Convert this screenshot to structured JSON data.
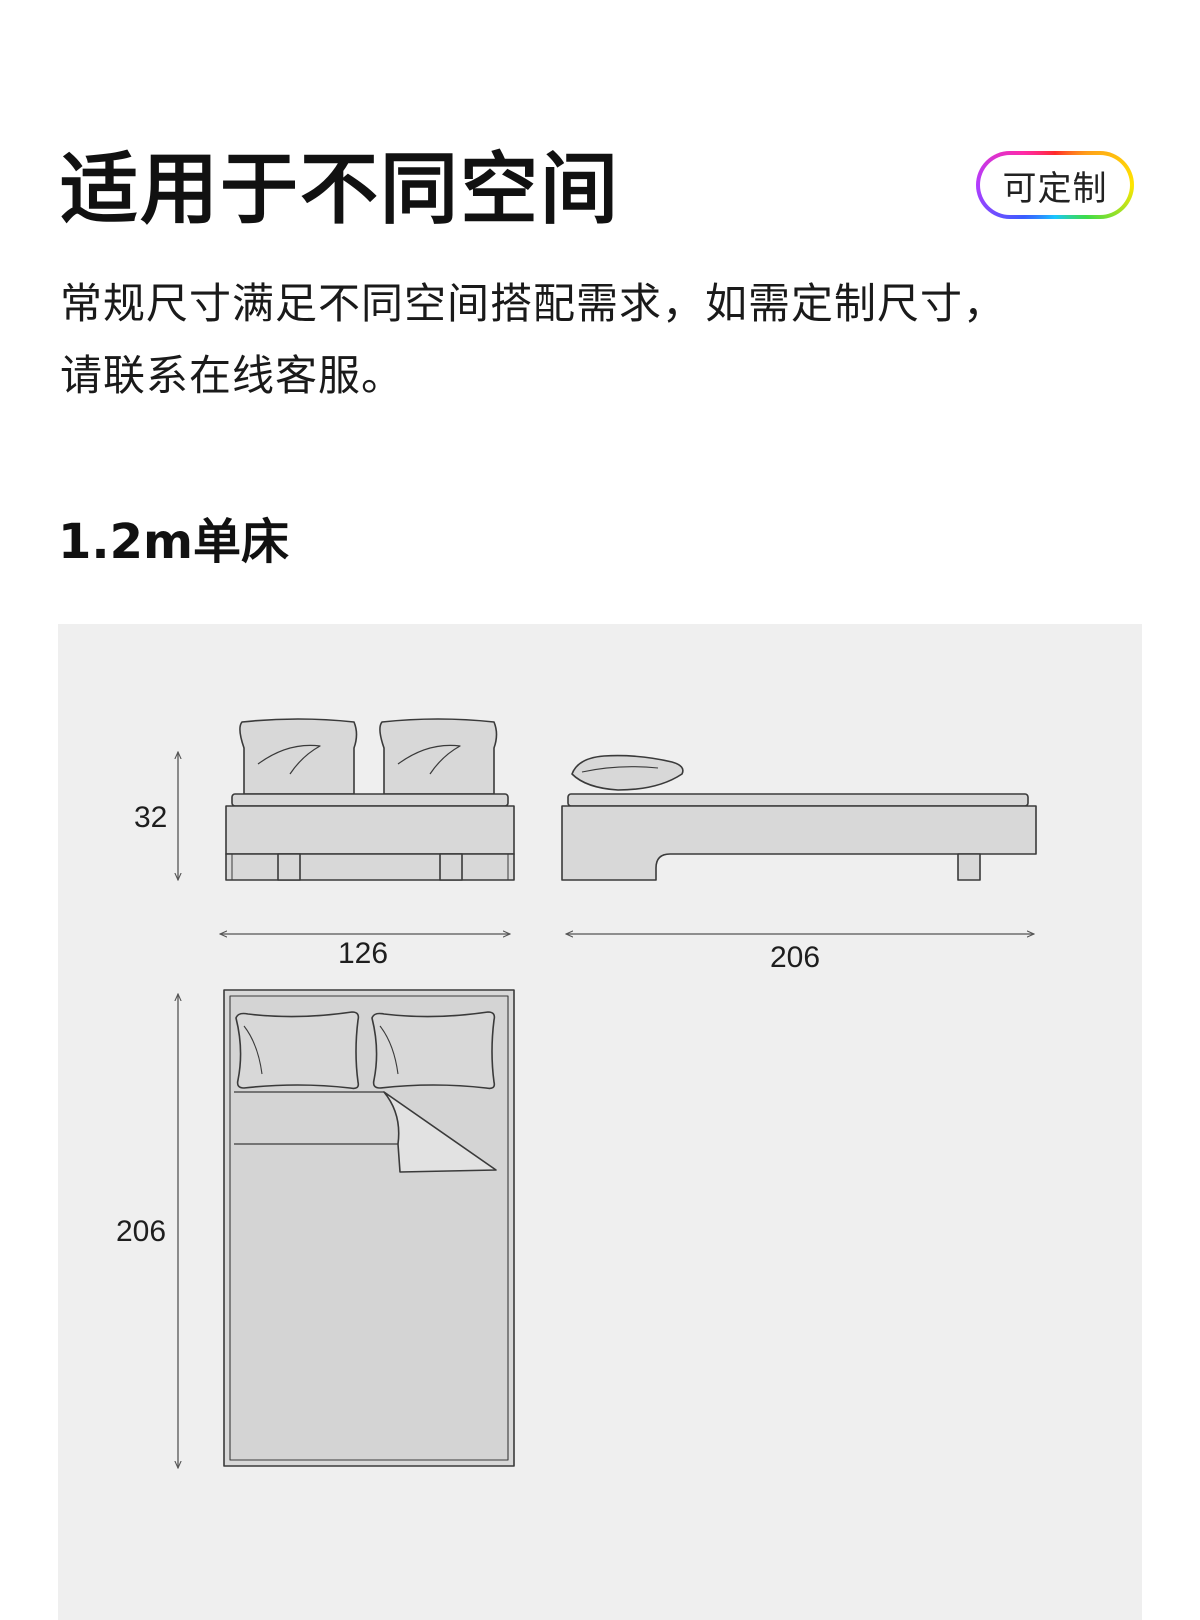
{
  "header": {
    "title": "适用于不同空间",
    "badge_label": "可定制",
    "description_line1": "常规尺寸满足不同空间搭配需求，如需定制尺寸，",
    "description_line2": "请联系在线客服。"
  },
  "section": {
    "subtitle": "1.2m单床"
  },
  "diagram": {
    "height_label": "32",
    "width_label": "126",
    "side_length_label": "206",
    "top_length_label": "206"
  },
  "colors": {
    "panel_bg": "#efefef",
    "line": "#3a3a3a",
    "fill": "#d8d8d8"
  }
}
